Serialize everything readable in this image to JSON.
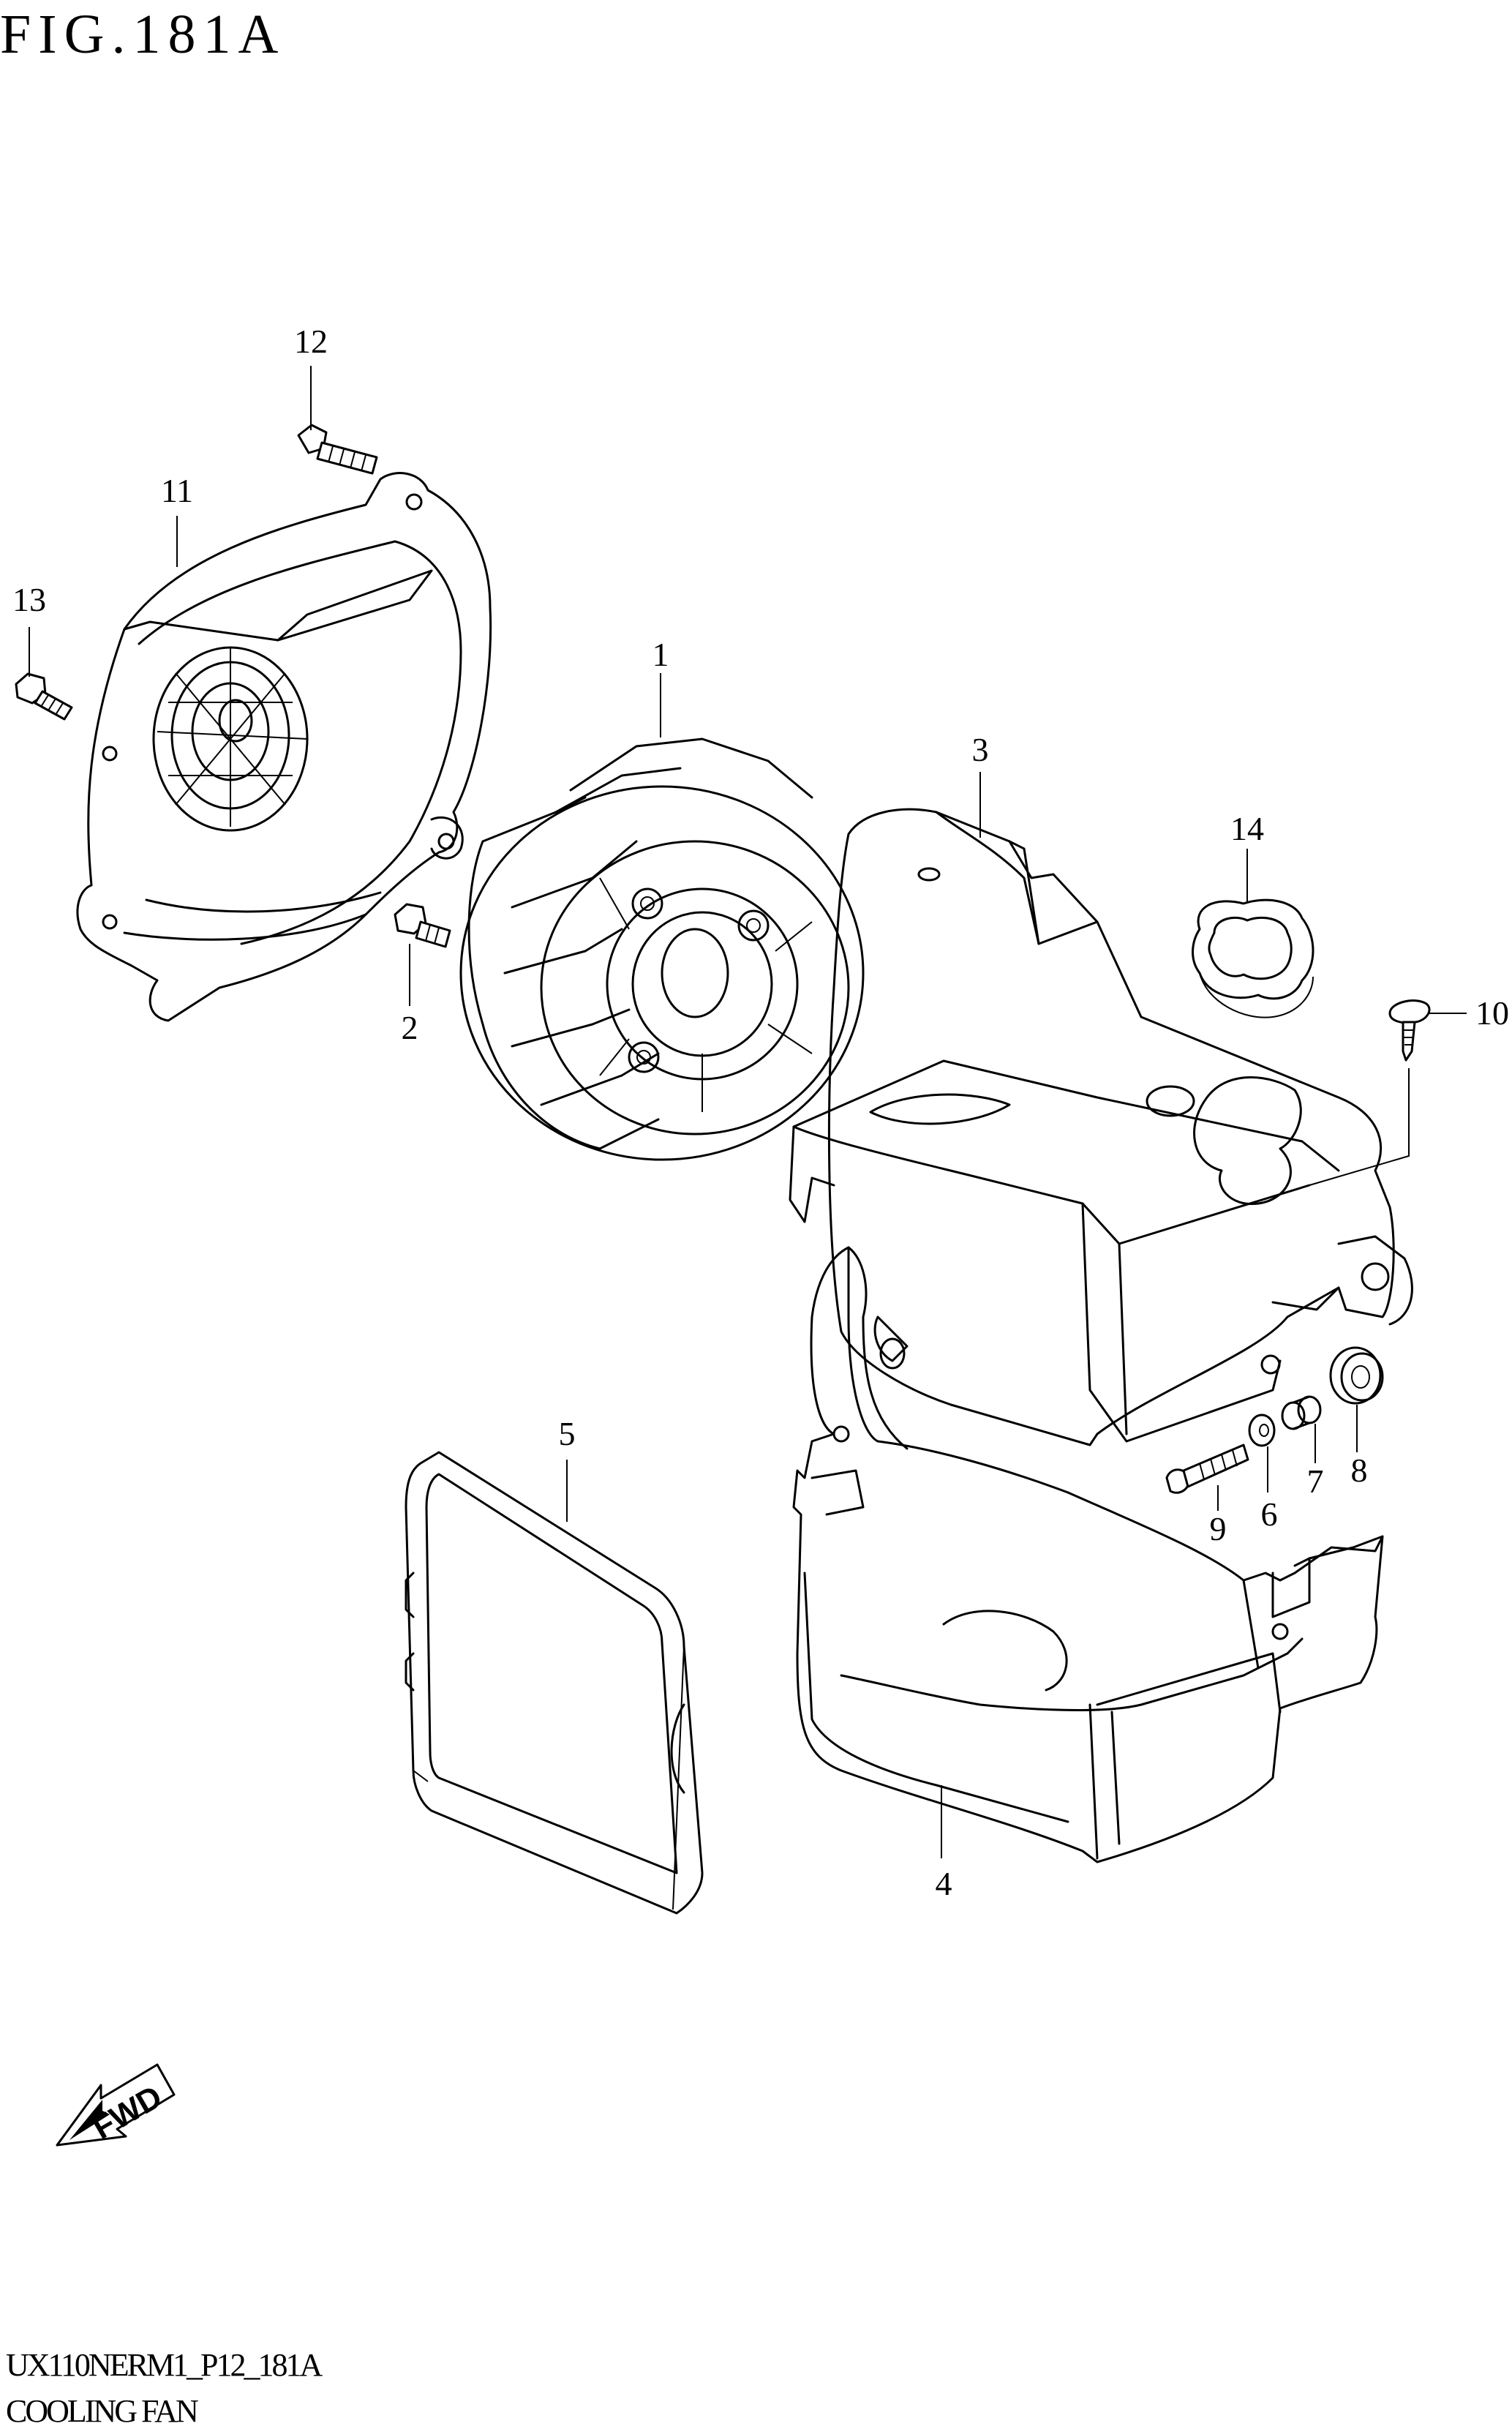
{
  "title": "FIG.181A",
  "footer": {
    "code": "UX110NERM1_P12_181A",
    "name": "COOLING FAN"
  },
  "fwd_label": "FWD",
  "callouts": [
    "1",
    "2",
    "3",
    "4",
    "5",
    "6",
    "7",
    "8",
    "9",
    "10",
    "11",
    "12",
    "13",
    "14"
  ]
}
